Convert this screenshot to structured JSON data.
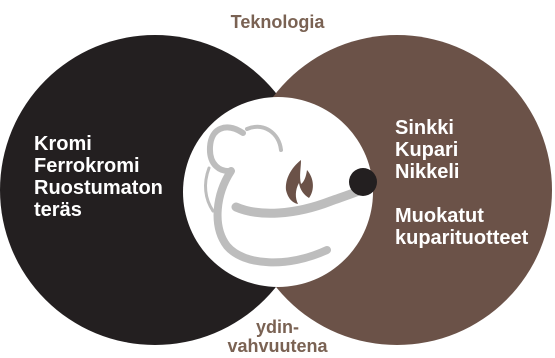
{
  "title_top": "Teknologia",
  "title_bottom": [
    "ydin-",
    "vahvuutena"
  ],
  "left_circle": {
    "items": [
      "Kromi",
      "Ferrokromi",
      "Ruostumaton",
      "teräs"
    ]
  },
  "right_circle": {
    "items": [
      "Sinkki",
      "Kupari",
      "Nikkeli"
    ],
    "items2": [
      "Muokatut",
      "kuparituotteet"
    ]
  },
  "colors": {
    "left": "#231f20",
    "right": "#6b5248",
    "center": "#ffffff",
    "figure": "#bdbdbd",
    "flame": "#6b5248",
    "label": "#7a6253"
  },
  "icons": [
    "human-figure-icon",
    "flame-icon",
    "ball-icon"
  ]
}
